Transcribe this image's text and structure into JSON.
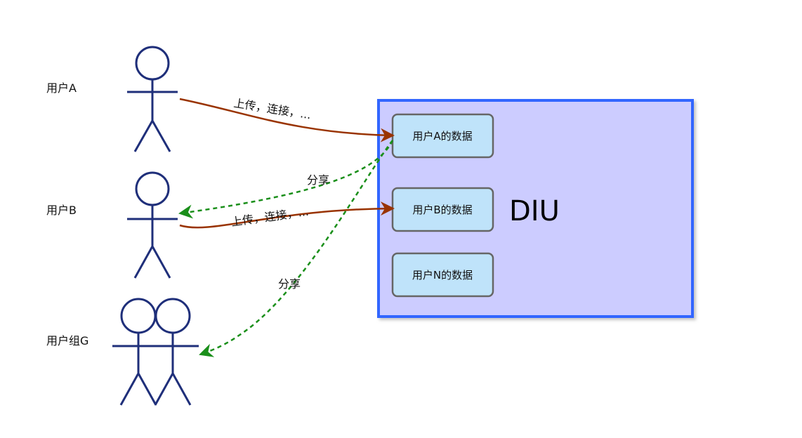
{
  "users": [
    {
      "id": "a",
      "label": "用户A"
    },
    {
      "id": "b",
      "label": "用户B"
    },
    {
      "id": "g",
      "label": "用户组G"
    }
  ],
  "container": {
    "label": "DIU"
  },
  "data_boxes": [
    {
      "id": "a",
      "label": "用户A的数据"
    },
    {
      "id": "b",
      "label": "用户B的数据"
    },
    {
      "id": "n",
      "label": "用户N的数据"
    }
  ],
  "edges": {
    "upload_a": "上传，连接，...",
    "upload_b": "上传，连接，...",
    "share_b": "分享",
    "share_g": "分享"
  },
  "colors": {
    "actor": "#1f2f7a",
    "container_fill": "#ccccff",
    "container_border": "#3366ff",
    "box_fill": "#bfe3fa",
    "box_border": "#666666",
    "upload_arrow": "#993300",
    "share_arrow": "#1a8f1a"
  }
}
